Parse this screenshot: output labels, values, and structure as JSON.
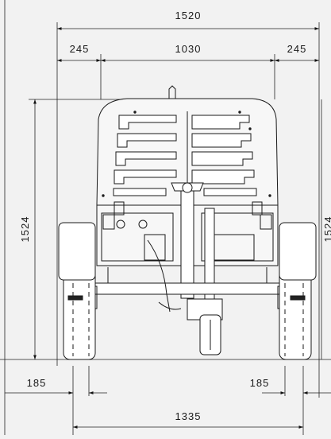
{
  "dimensions": {
    "overall_width": "1520",
    "left_offset": "245",
    "center_width": "1030",
    "right_offset": "245",
    "height_left": "1524",
    "height_right": "1524",
    "wheel_left": "185",
    "wheel_right": "185",
    "track_width": "1335"
  }
}
